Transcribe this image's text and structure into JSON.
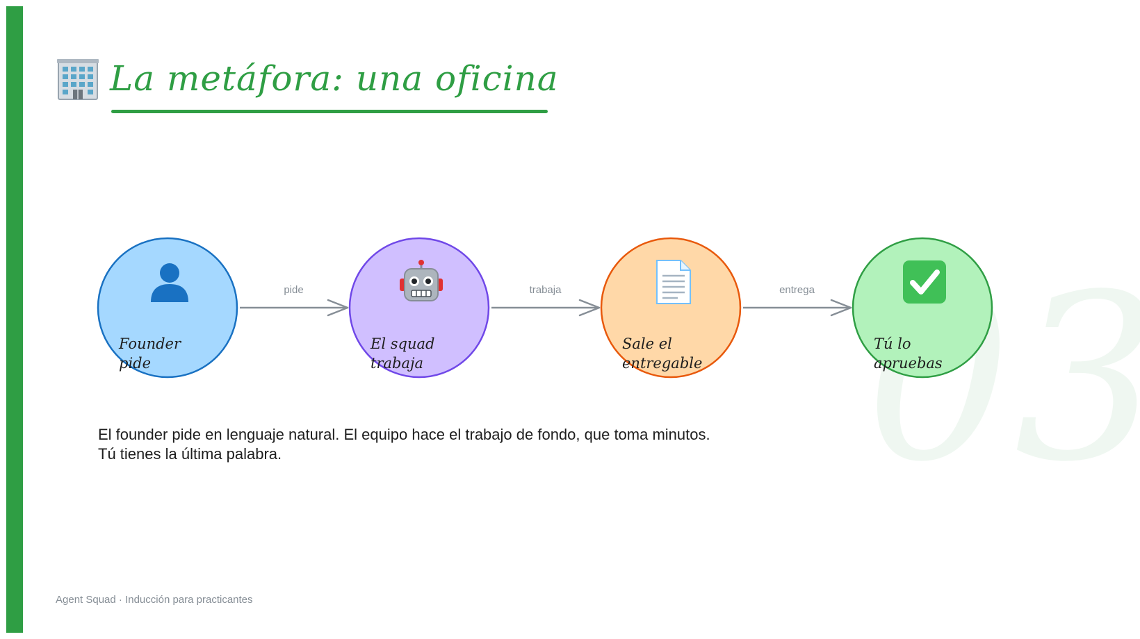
{
  "slide": {
    "number": "03",
    "title": "La metáfora: una oficina",
    "title_icon": "office-building-icon",
    "accent_color": "#2f9e44"
  },
  "flow": {
    "nodes": [
      {
        "label": "Founder pide",
        "icon": "person-silhouette-icon",
        "fill": "#a5d8ff",
        "stroke": "#1971c2"
      },
      {
        "label": "El squad trabaja",
        "icon": "robot-icon",
        "fill": "#d0bfff",
        "stroke": "#7048e8"
      },
      {
        "label": "Sale el entregable",
        "icon": "document-icon",
        "fill": "#ffd8a8",
        "stroke": "#e8590c"
      },
      {
        "label": "Tú lo apruebas",
        "icon": "check-mark-button-icon",
        "fill": "#b2f2bb",
        "stroke": "#2f9e44"
      }
    ],
    "edges": [
      {
        "label": "pide"
      },
      {
        "label": "trabaja"
      },
      {
        "label": "entrega"
      }
    ],
    "edge_color": "#868e96"
  },
  "description": {
    "line1": "El founder pide en lenguaje natural. El equipo hace el trabajo de fondo, que toma minutos.",
    "line2": "Tú tienes la última palabra."
  },
  "footer": {
    "text": "Agent Squad · Inducción para practicantes"
  }
}
